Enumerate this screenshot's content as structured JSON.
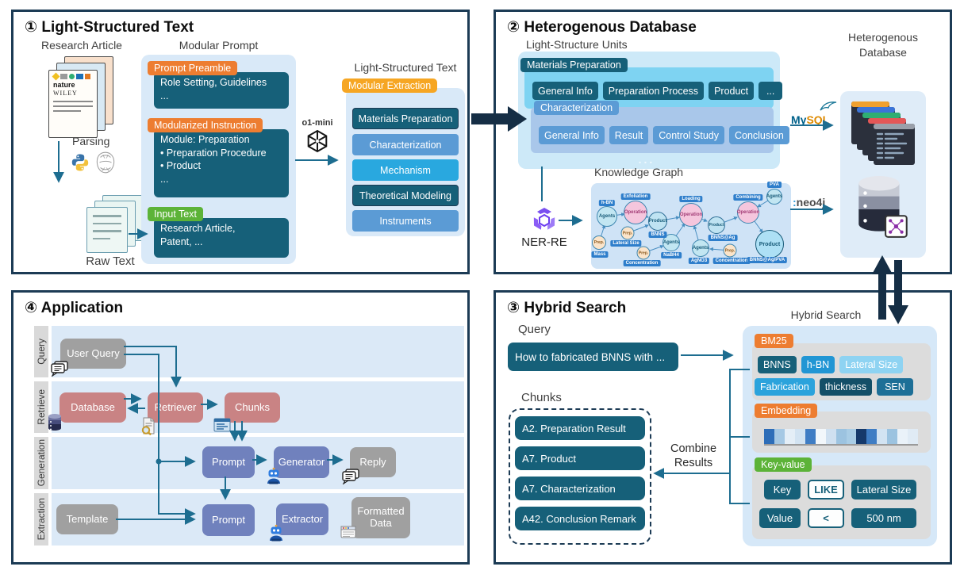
{
  "panels": {
    "p1": {
      "title": "① Light-Structured Text",
      "research_article_label": "Research Article",
      "article_brand1": "nature",
      "article_brand2": "WILEY",
      "parsing_label": "Parsing",
      "raw_text_label": "Raw Text",
      "modular_prompt_label": "Modular Prompt",
      "sec1_badge": "Prompt Preamble",
      "sec1_line1": "Role Setting, Guidelines",
      "sec1_line2": "...",
      "sec2_badge": "Modularized Instruction",
      "sec2_line1": "Module: Preparation",
      "sec2_line2": "• Preparation Procedure",
      "sec2_line3": "• Product",
      "sec2_line4": "...",
      "sec3_badge": "Input Text",
      "sec3_line1": "Research Article,",
      "sec3_line2": "Patent, ...",
      "model_label": "o1-mini",
      "output_label": "Light-Structured Text",
      "extraction_badge": "Modular Extraction",
      "modules": [
        "Materials Preparation",
        "Characterization",
        "Mechanism",
        "Theoretical Modeling",
        "Instruments"
      ]
    },
    "p2": {
      "title": "② Heterogenous Database",
      "units_label": "Light-Structure Units",
      "unit1_tag": "Materials Preparation",
      "unit1_chips": [
        "General Info",
        "Preparation Process",
        "Product",
        "..."
      ],
      "unit2_tag": "Characterization",
      "unit2_chips": [
        "General Info",
        "Result",
        "Control Study",
        "Conclusion"
      ],
      "units_more": "...",
      "ner_label": "NER-RE",
      "kg_label": "Knowledge Graph",
      "mysql_part1": "My",
      "mysql_part2": "SQL",
      "neo4j_prefix": ":",
      "neo4j_name": "neo4j",
      "db_label1": "Heterogenous",
      "db_label2": "Database",
      "kg_nodes": [
        {
          "tag": "h-BN",
          "label": "Agents"
        },
        {
          "tag": "Mass",
          "label": "Prep."
        },
        {
          "tag": "Exfoliation",
          "label": "Operation"
        },
        {
          "tag": "BNNS",
          "label": "Product"
        },
        {
          "tag": "Lateral Size",
          "label": "Prep."
        },
        {
          "tag": "Concentration",
          "label": "Prep."
        },
        {
          "tag": "NaBH4",
          "label": "Agents"
        },
        {
          "tag": "Loading",
          "label": "Operation"
        },
        {
          "tag": "AgNO3",
          "label": "Agents"
        },
        {
          "tag": "Concentration",
          "label": "Prep."
        },
        {
          "tag": "BNNS@Ag",
          "label": "Product"
        },
        {
          "tag": "Combining",
          "label": "Operation"
        },
        {
          "tag": "PVA",
          "label": "Agents"
        },
        {
          "tag": "BNNS@Ag/PVA",
          "label": "Product"
        }
      ]
    },
    "p3": {
      "title": "③ Hybrid Search",
      "query_label": "Query",
      "query_text": "How to fabricated BNNS with ...",
      "hybrid_label": "Hybrid Search",
      "bm25_badge": "BM25",
      "bm25_chips": [
        "BNNS",
        "h-BN",
        "Lateral Size",
        "Fabrication",
        "thickness",
        "SEN"
      ],
      "embedding_badge": "Embedding",
      "embedding_cells": [
        "#2d6db8",
        "#a5c8e4",
        "#e4eef7",
        "#d2e3f2",
        "#3f7dc4",
        "#f2f7fb",
        "#cfe0f0",
        "#9cc3e0",
        "#a9cde6",
        "#15396b",
        "#3f7dc4",
        "#d2e3f2",
        "#9cc3e0",
        "#eaf2f9",
        "#e0ebf5"
      ],
      "keyvalue_badge": "Key-value",
      "kv_key": "Key",
      "kv_key_op": "LIKE",
      "kv_key_val": "Lateral Size",
      "kv_value": "Value",
      "kv_value_op": "<",
      "kv_value_val": "500 nm",
      "chunks_label": "Chunks",
      "chunks": [
        "A2. Preparation Result",
        "A7. Product",
        "A7. Characterization",
        "A42. Conclusion Remark"
      ],
      "combine_line1": "Combine",
      "combine_line2": "Results"
    },
    "p4": {
      "title": "④ Application",
      "row_labels": [
        "Query",
        "Retrieve",
        "Generation",
        "Extraction"
      ],
      "user_query": "User Query",
      "database": "Database",
      "retriever": "Retriever",
      "chunks": "Chunks",
      "prompt1": "Prompt",
      "generator": "Generator",
      "reply": "Reply",
      "template": "Template",
      "prompt2": "Prompt",
      "extractor": "Extractor",
      "formatted_line1": "Formatted",
      "formatted_line2": "Data"
    }
  },
  "colors": {
    "arrow_teal": "#1d6d90",
    "block_navy": "#152e45",
    "dark_box": "#166079",
    "orange": "#ed7d31",
    "amber": "#f6a623",
    "green": "#5cb338",
    "mid_blue": "#5b9bd5",
    "cyan": "#29a8df",
    "rose": "#c98384",
    "periwinkle": "#7081bd",
    "gray_box": "#a0a0a0"
  }
}
